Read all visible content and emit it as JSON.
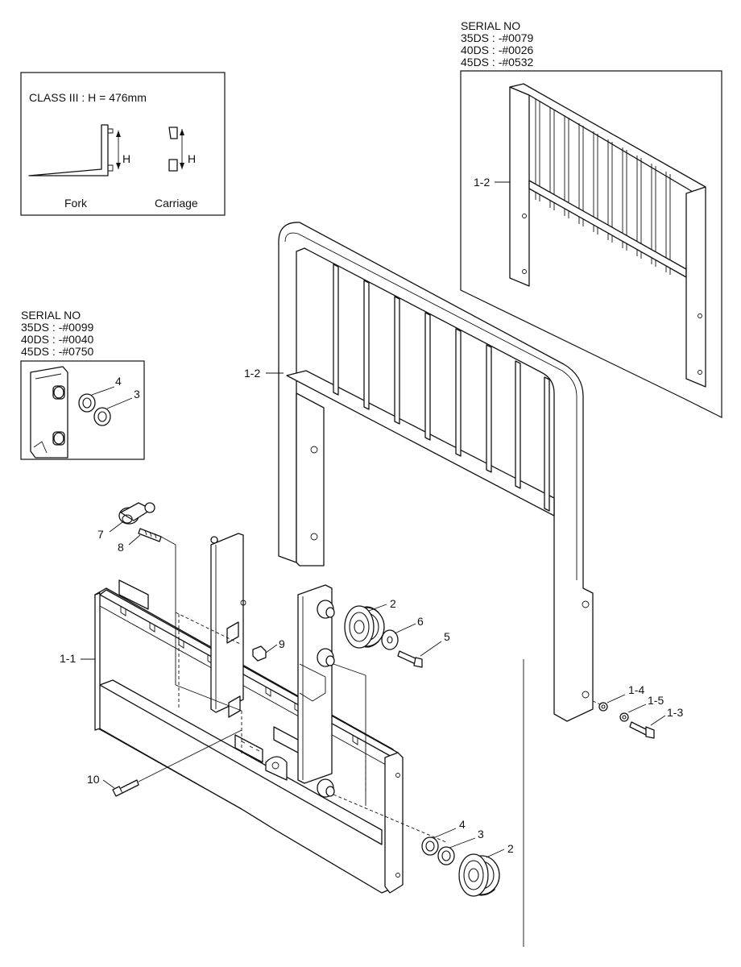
{
  "class_note": {
    "title": "CLASS III : H = 476mm",
    "dim_label": "H",
    "fork_caption": "Fork",
    "carriage_caption": "Carriage"
  },
  "serial_top": {
    "heading": "SERIAL NO",
    "lines": [
      "35DS : -#0079",
      "40DS : -#0026",
      "45DS : -#0532"
    ]
  },
  "serial_left": {
    "heading": "SERIAL NO",
    "lines": [
      "35DS : -#0099",
      "40DS : -#0040",
      "45DS : -#0750"
    ]
  },
  "callouts": {
    "inset_backrest": "1-2",
    "backrest": "1-2",
    "carriage": "1-1",
    "bolt_1_3": "1-3",
    "washer_1_4": "1-4",
    "washer_1_5": "1-5",
    "roller_upper": "2",
    "roller_lower": "2",
    "shim_3_inset": "3",
    "shim_3": "3",
    "shim_4_inset": "4",
    "shim_4": "4",
    "screw_5": "5",
    "washer_6": "6",
    "stopper_7": "7",
    "bolt_8": "8",
    "nut_9": "9",
    "bolt_10": "10"
  }
}
